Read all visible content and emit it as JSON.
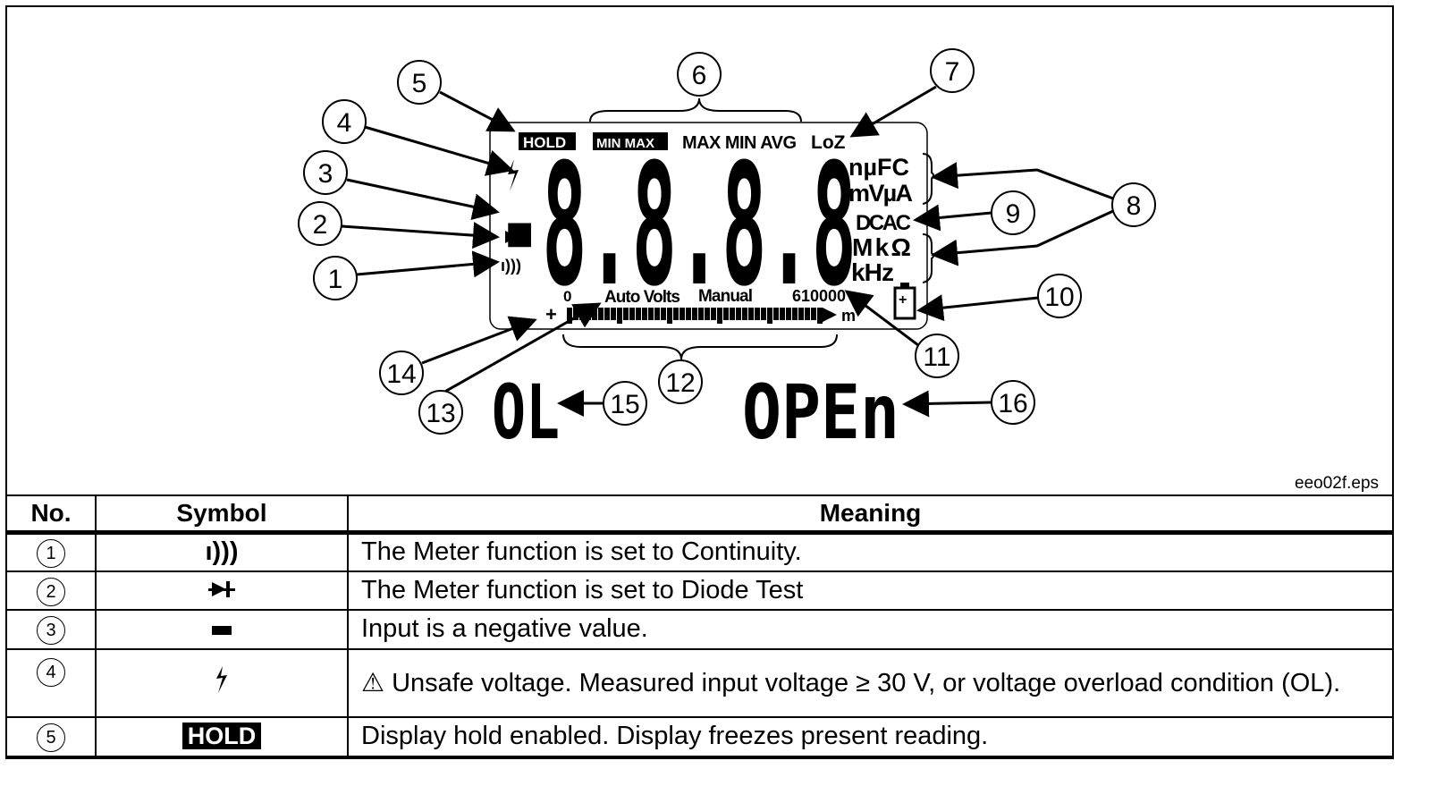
{
  "figure": {
    "lcd": {
      "hold": "HOLD",
      "minmax": "MIN MAX",
      "maxminavg": "MAX MIN AVG",
      "loz": "LoZ",
      "units_row1": "nµFC",
      "units_row2": "mVµA",
      "dcac": "DCAC",
      "units_row3": "MkΩ",
      "units_row4": "kHz",
      "bar_zero": "0",
      "auto_volts": "Auto Volts",
      "manual": "Manual",
      "bar_max": "610000",
      "bar_plus": "+",
      "bar_unit": "m",
      "digits": "-8.8.8.8"
    },
    "ol": "OL",
    "open": "OPEn",
    "callouts": [
      "1",
      "2",
      "3",
      "4",
      "5",
      "6",
      "7",
      "8",
      "9",
      "10",
      "11",
      "12",
      "13",
      "14",
      "15",
      "16"
    ],
    "filename": "eeo02f.eps"
  },
  "table": {
    "headers": {
      "no": "No.",
      "symbol": "Symbol",
      "meaning": "Meaning"
    },
    "rows": [
      {
        "no": "1",
        "symbol_icon": "continuity-icon",
        "meaning": "The Meter function is set to Continuity."
      },
      {
        "no": "2",
        "symbol_icon": "diode-icon",
        "meaning": "The Meter function is set to Diode Test"
      },
      {
        "no": "3",
        "symbol_icon": "minus-icon",
        "meaning": "Input is a negative value."
      },
      {
        "no": "4",
        "symbol_icon": "lightning-icon",
        "meaning": "Unsafe voltage. Measured input voltage ≥ 30 V, or voltage overload condition (OL)."
      },
      {
        "no": "5",
        "symbol_text": "HOLD",
        "meaning": "Display hold enabled. Display freezes present reading."
      }
    ]
  }
}
